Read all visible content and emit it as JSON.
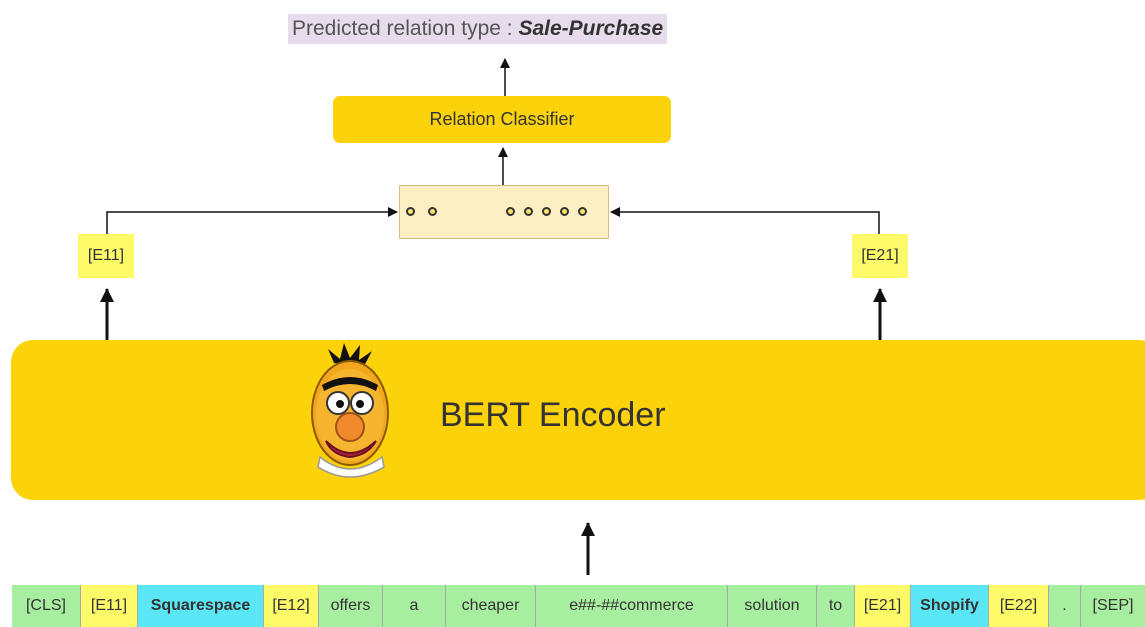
{
  "prediction": {
    "label": "Predicted relation type :",
    "value": "Sale-Purchase"
  },
  "classifier": {
    "label": "Relation Classifier"
  },
  "entity_tags": {
    "left": "[E11]",
    "right": "[E21]"
  },
  "encoder": {
    "label": "BERT Encoder"
  },
  "tokens": [
    "[CLS]",
    "[E11]",
    "Squarespace",
    "[E12]",
    "offers",
    "a",
    "cheaper",
    "e##-##commerce",
    "solution",
    "to",
    "[E21]",
    "Shopify",
    "[E22]",
    ".",
    "[SEP]"
  ],
  "colors": {
    "encoder": "#fcd20a",
    "classifier": "#fcd20a",
    "entity_tag": "#fdfa6a",
    "token": "#a8eea0",
    "entity_token": "#5ae6f4",
    "vector_box": "#fdefc4",
    "prediction_bg": "#e6dcec"
  }
}
